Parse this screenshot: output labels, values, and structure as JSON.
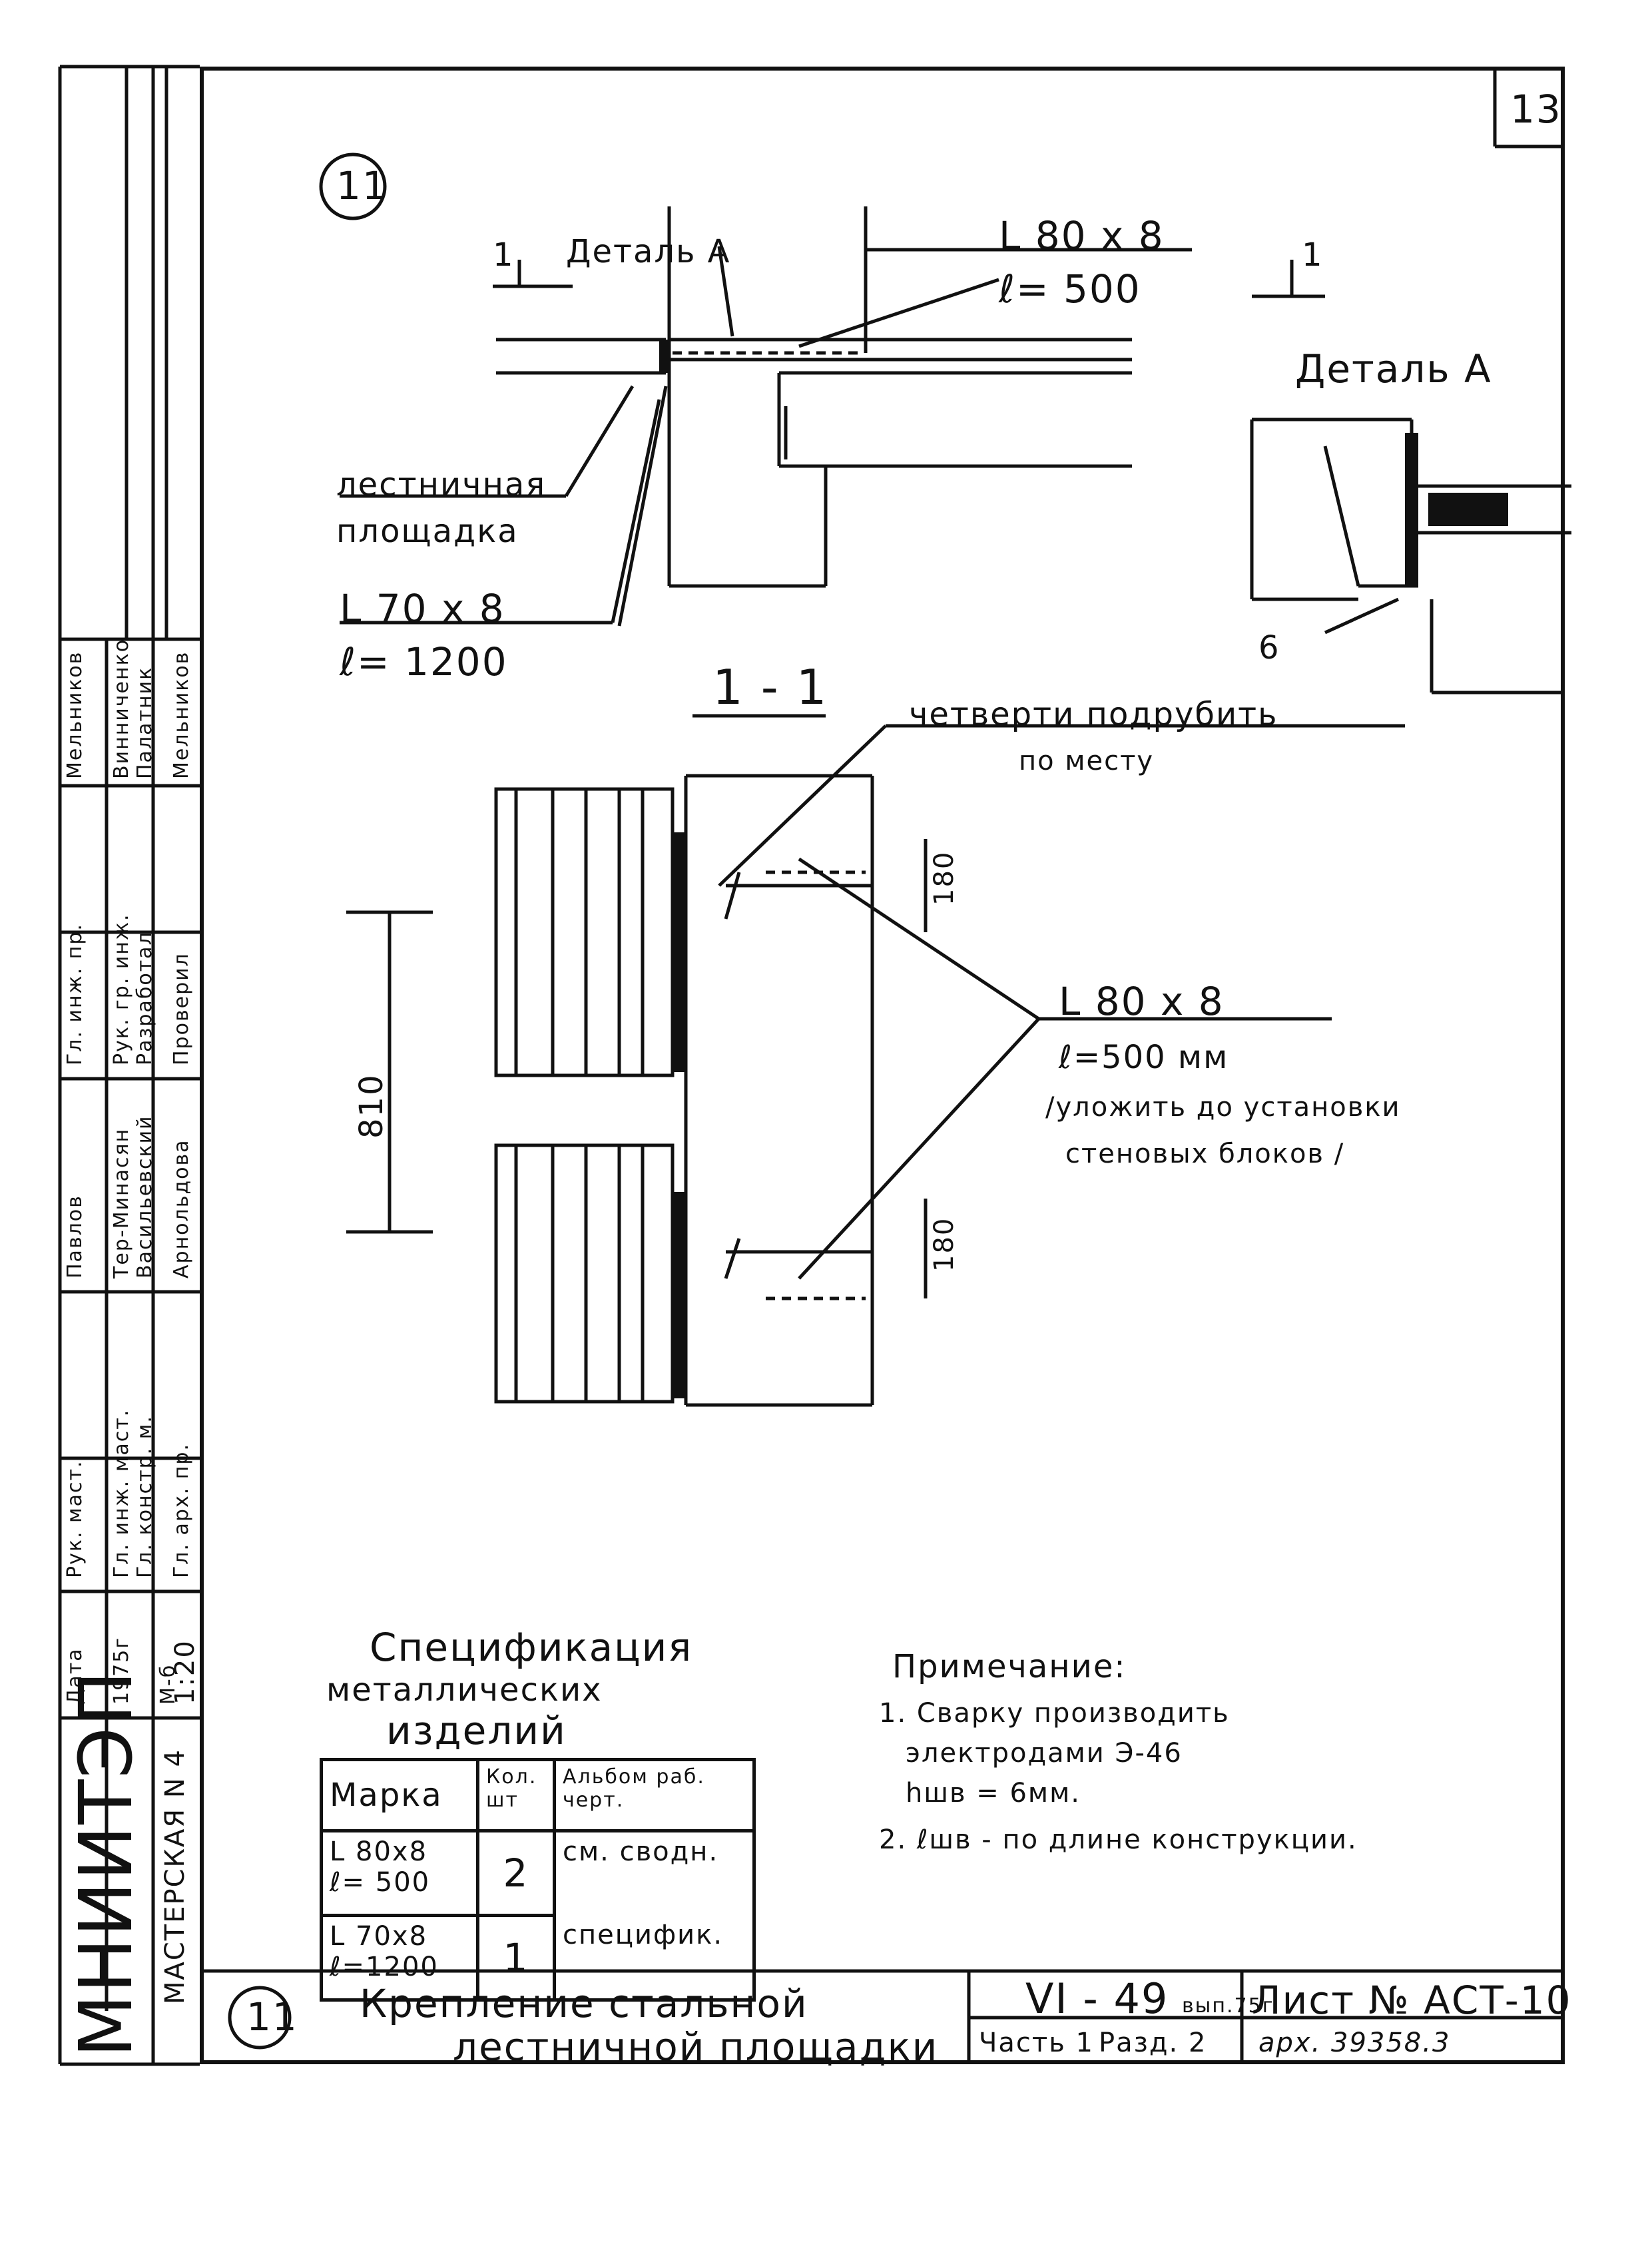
{
  "sheet": {
    "page_number": "13",
    "detail_number": "11",
    "org": "МНИИТЭП",
    "workshop": "МАСТЕРСКАЯ N 4"
  },
  "title_block": {
    "title_line1": "Крепление стальной",
    "title_line2": "лестничной площадки",
    "series": "VI - 49",
    "series_suffix": "вып.75г",
    "part": "Часть 1",
    "section": "Разд. 2",
    "sheet_no": "Лист № АСТ-10",
    "archive": "арх. 39358.3"
  },
  "stamp_columns": [
    {
      "role": "Рук. маст.",
      "name": "Павлов"
    },
    {
      "role": "Гл. инж. маст.",
      "name": "Тер-Минасян"
    },
    {
      "role": "Гл. констр. м.",
      "name": "Васильевский"
    },
    {
      "role": "Гл. арх. пр.",
      "name": "Арнольдова"
    },
    {
      "role": "Гл. инж. пр.",
      "name": "Мельников"
    },
    {
      "role": "Рук. гр. инж.",
      "name": "Винниченко"
    },
    {
      "role": "Разработал",
      "name": "Палатник"
    },
    {
      "role": "Проверил",
      "name": "Мельников"
    }
  ],
  "stamp_meta": {
    "date_label": "Дата",
    "date": "1975г",
    "scale_label": "М-б",
    "scale": "1:20"
  },
  "plan": {
    "detail_a_label": "Деталь А",
    "angle_top": "L 80 x 8",
    "angle_top_len": "ℓ= 500",
    "landing_label_1": "лестничная",
    "landing_label_2": "площадка",
    "angle_bottom": "L 70 x 8",
    "angle_bottom_len": "ℓ= 1200",
    "cut_marker": "1"
  },
  "detail_a": {
    "title": "Деталь А",
    "weld": "6"
  },
  "section": {
    "title": "1 - 1",
    "note_1": "четверти подрубить",
    "note_2": "по месту",
    "dim_top": "180",
    "dim_bottom": "180",
    "dim_height": "810",
    "angle": "L 80 x 8",
    "angle_len": "ℓ=500 мм",
    "install_1": "/уложить до установки",
    "install_2": "стеновых блоков /"
  },
  "spec": {
    "title_1": "Спецификация",
    "title_2": "металлических",
    "title_3": "изделий",
    "headers": [
      "Марка",
      "Кол. шт",
      "Альбом раб. черт."
    ],
    "rows": [
      {
        "mark": "L 80x8",
        "mark2": "ℓ= 500",
        "qty": "2",
        "album": "см. сводн."
      },
      {
        "mark": "L 70x8",
        "mark2": "ℓ=1200",
        "qty": "1",
        "album": "специфик."
      }
    ]
  },
  "notes": {
    "title": "Примечание:",
    "n1_a": "1. Сварку производить",
    "n1_b": "электродами Э-46",
    "n1_c": "hшв = 6мм.",
    "n2": "2. ℓшв - по длине конструкции."
  }
}
